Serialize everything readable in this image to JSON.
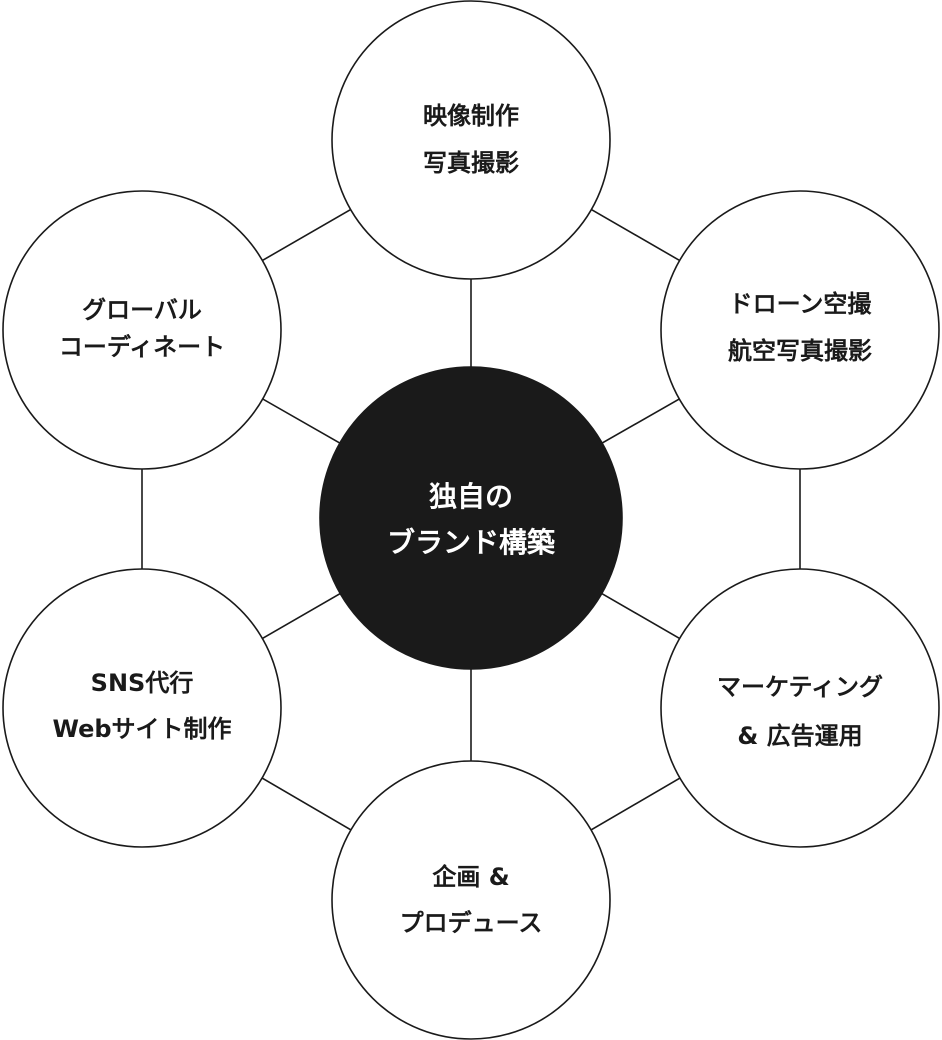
{
  "colors": {
    "line": "#1a1a1a",
    "center_fill": "#1a1a1a",
    "center_text": "#ffffff",
    "node_fill": "#ffffff",
    "node_text": "#1a1a1a"
  },
  "center": {
    "line1": "独自の",
    "line2": "ブランド構築"
  },
  "nodes": {
    "top": {
      "line1": "映像制作",
      "line2": "写真撮影"
    },
    "upper_right": {
      "line1": "ドローン空撮",
      "line2": "航空写真撮影"
    },
    "lower_right": {
      "line1": "マーケティング",
      "line2": "& 広告運用"
    },
    "bottom": {
      "line1": "企画 &",
      "line2": "プロデュース"
    },
    "lower_left": {
      "line1": "SNS代行",
      "line2": "Webサイト制作"
    },
    "upper_left": {
      "line1": "グローバル",
      "line2": "コーディネート"
    }
  }
}
